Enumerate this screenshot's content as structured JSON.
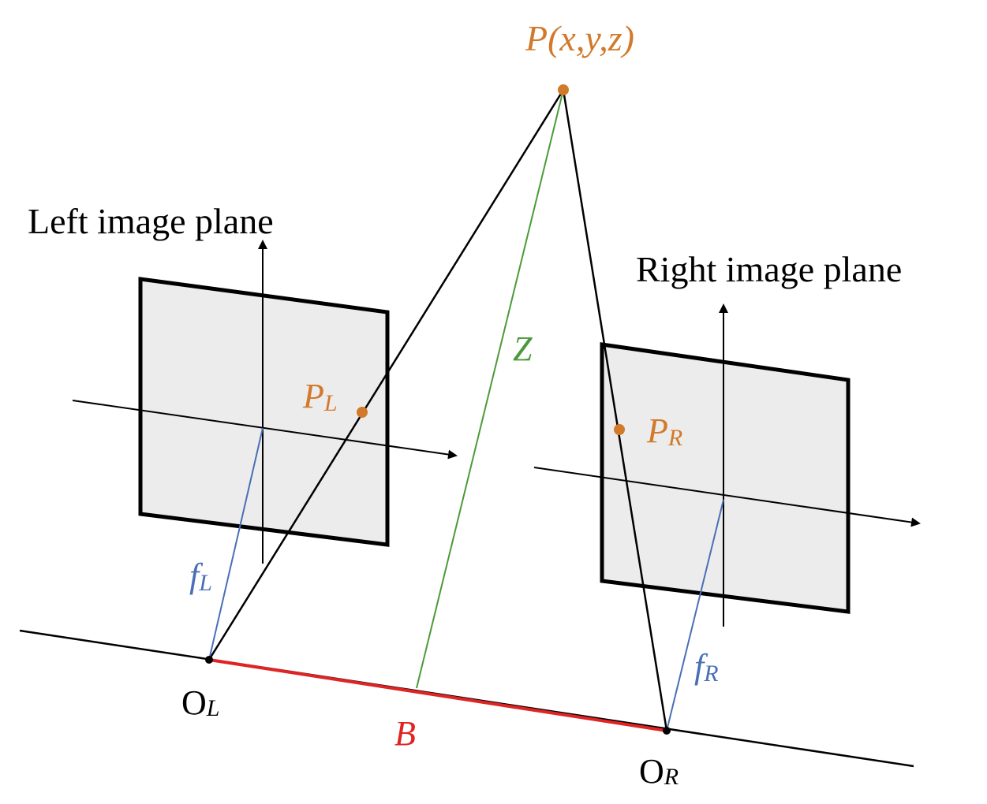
{
  "labels": {
    "left_plane": "Left image plane",
    "right_plane": "Right image plane",
    "point_p": "P(x,y,z)",
    "pl_main": "P",
    "pl_sub": "L",
    "pr_main": "P",
    "pr_sub": "R",
    "z": "Z",
    "b": "B",
    "fl_main": "f",
    "fl_sub": "L",
    "fr_main": "f",
    "fr_sub": "R",
    "ol_main": "O",
    "ol_sub": "L",
    "or_main": "O",
    "or_sub": "R"
  },
  "colors": {
    "line": "#000000",
    "point": "#d2792a",
    "focal": "#4a6fb5",
    "depth": "#4b9a3a",
    "baseline": "#e02424",
    "plane_fill": "#ececec"
  }
}
